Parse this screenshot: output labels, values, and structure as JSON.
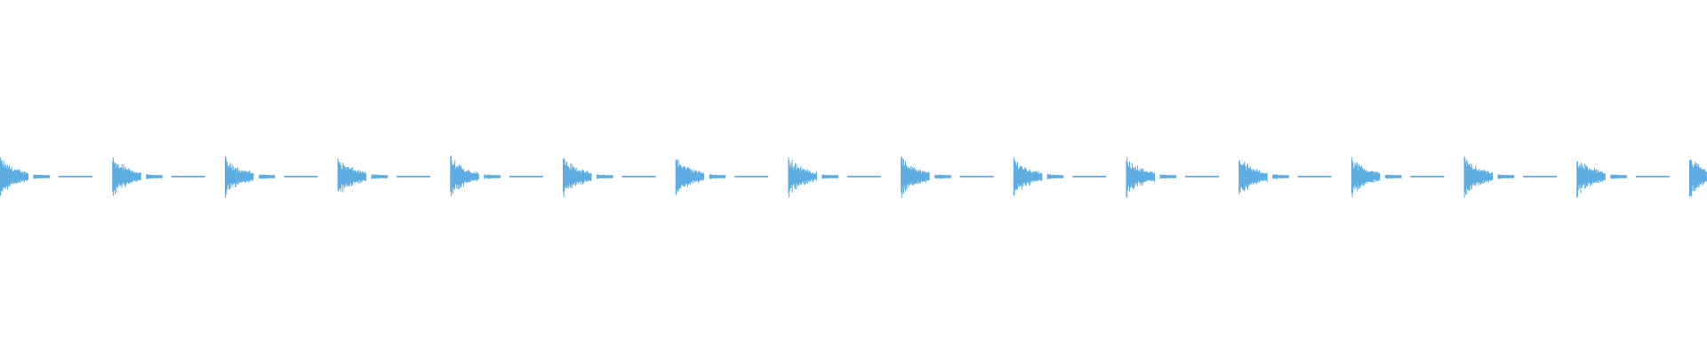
{
  "waveform": {
    "color": "#5dade2",
    "background": "#ffffff",
    "pulse_count": 16,
    "pulse_spacing_samples": 127,
    "pulse_width_samples": 32,
    "tail_width_samples": 80,
    "peak_amplitude_fraction": 0.12,
    "tail_amplitude_fraction": 0.008,
    "cut_off_last_pulse": true
  }
}
